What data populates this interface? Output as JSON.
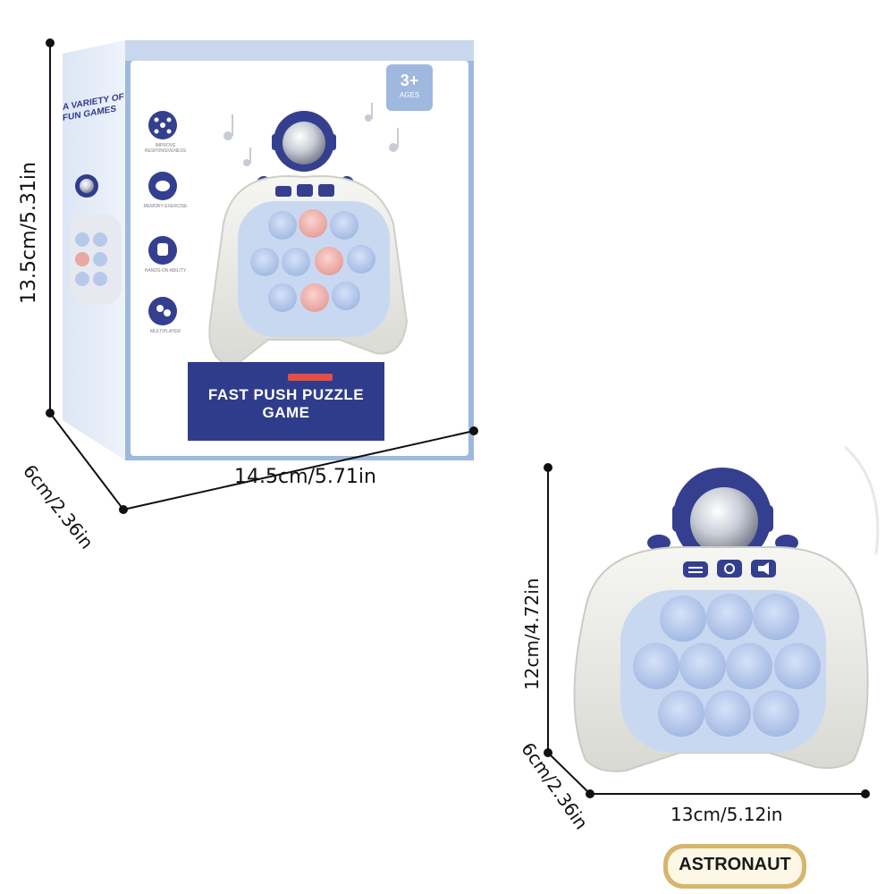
{
  "box": {
    "title": "FAST PUSH PUZZLE GAME",
    "age_badge_main": "3+",
    "age_badge_sub": "AGES",
    "side_heading_line1": "A VARIETY OF",
    "side_heading_line2": "FUN GAMES",
    "features": [
      {
        "icon": "reaction-icon",
        "label": "IMPROVE RESPONSIVENESS"
      },
      {
        "icon": "brain-icon",
        "label": "MEMORY EXERCISE"
      },
      {
        "icon": "hand-icon",
        "label": "HANDS-ON ABILITY"
      },
      {
        "icon": "multiplayer-icon",
        "label": "MULTIPLAYER"
      }
    ]
  },
  "dimensions": {
    "box_height": "13.5cm/5.31in",
    "box_width": "14.5cm/5.71in",
    "box_depth": "6cm/2.36in",
    "toy_height": "12cm/4.72in",
    "toy_width": "13cm/5.12in",
    "toy_depth": "6cm/2.36in"
  },
  "badge": {
    "label": "ASTRONAUT"
  },
  "colors": {
    "navy": "#2f3c8c",
    "bubble_blue": "#b9cdee",
    "bubble_pink": "#f0b2ad",
    "shell": "#eeeeea",
    "badge_gold": "#d6b66c"
  }
}
